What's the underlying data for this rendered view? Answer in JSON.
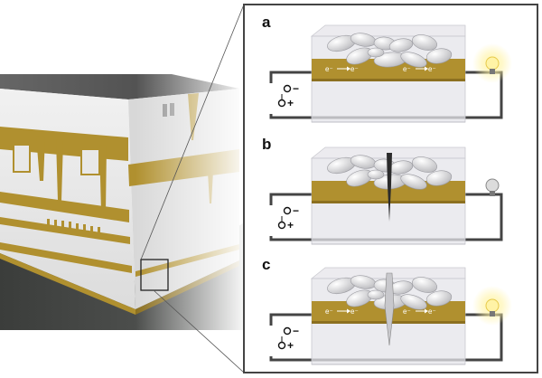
{
  "panels": [
    {
      "letter": "a",
      "state": "intact",
      "electron_labels": [
        "e⁻",
        "e⁻",
        "e⁻",
        "e⁻"
      ],
      "bulb_lit": true
    },
    {
      "letter": "b",
      "state": "cracked",
      "electron_labels": [],
      "bulb_lit": false
    },
    {
      "letter": "c",
      "state": "healed",
      "electron_labels": [
        "e⁻",
        "e⁻",
        "e⁻",
        "e⁻"
      ],
      "bulb_lit": true
    }
  ],
  "polarity": {
    "negative": "−",
    "positive": "+"
  },
  "colors": {
    "gold": "#b0902f",
    "gold_dark": "#8c7020",
    "wire": "#444444",
    "frame": "#444444",
    "glass": "#e4e4ea",
    "bulb_glow": "#fff3a6",
    "bulb_off": "#dcdcdc"
  },
  "icons": [
    "lightbulb-icon",
    "battery-terminal-icon",
    "capsule-icon",
    "crack-icon"
  ]
}
